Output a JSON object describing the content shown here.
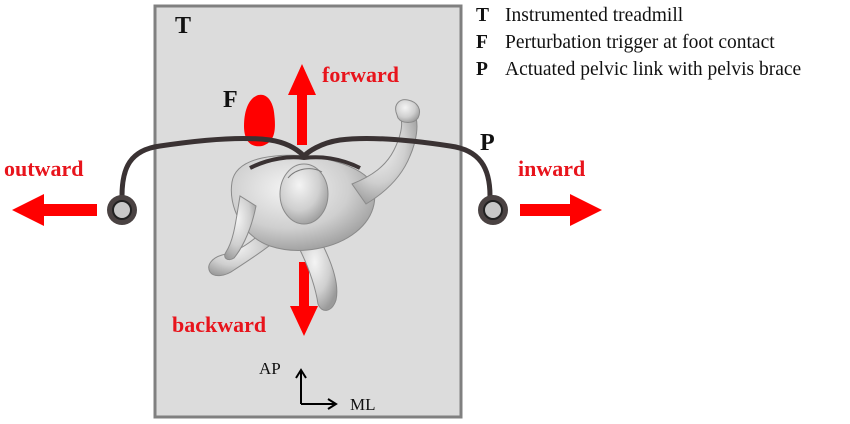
{
  "treadmill_label": "T",
  "foot_label": "F",
  "link_label": "P",
  "directions": {
    "forward": "forward",
    "backward": "backward",
    "outward": "outward",
    "inward": "inward"
  },
  "axes": {
    "ap": "AP",
    "ml": "ML"
  },
  "legend": [
    {
      "key": "T",
      "text": "Instrumented treadmill"
    },
    {
      "key": "F",
      "text": "Perturbation trigger at foot contact"
    },
    {
      "key": "P",
      "text": "Actuated pelvic link with pelvis brace"
    }
  ],
  "colors": {
    "arrow": "#ff0000",
    "direction_text": "#e8141c",
    "treadmill_fill": "#dcdcdc",
    "treadmill_border": "#808080",
    "link": "#3a3233"
  }
}
